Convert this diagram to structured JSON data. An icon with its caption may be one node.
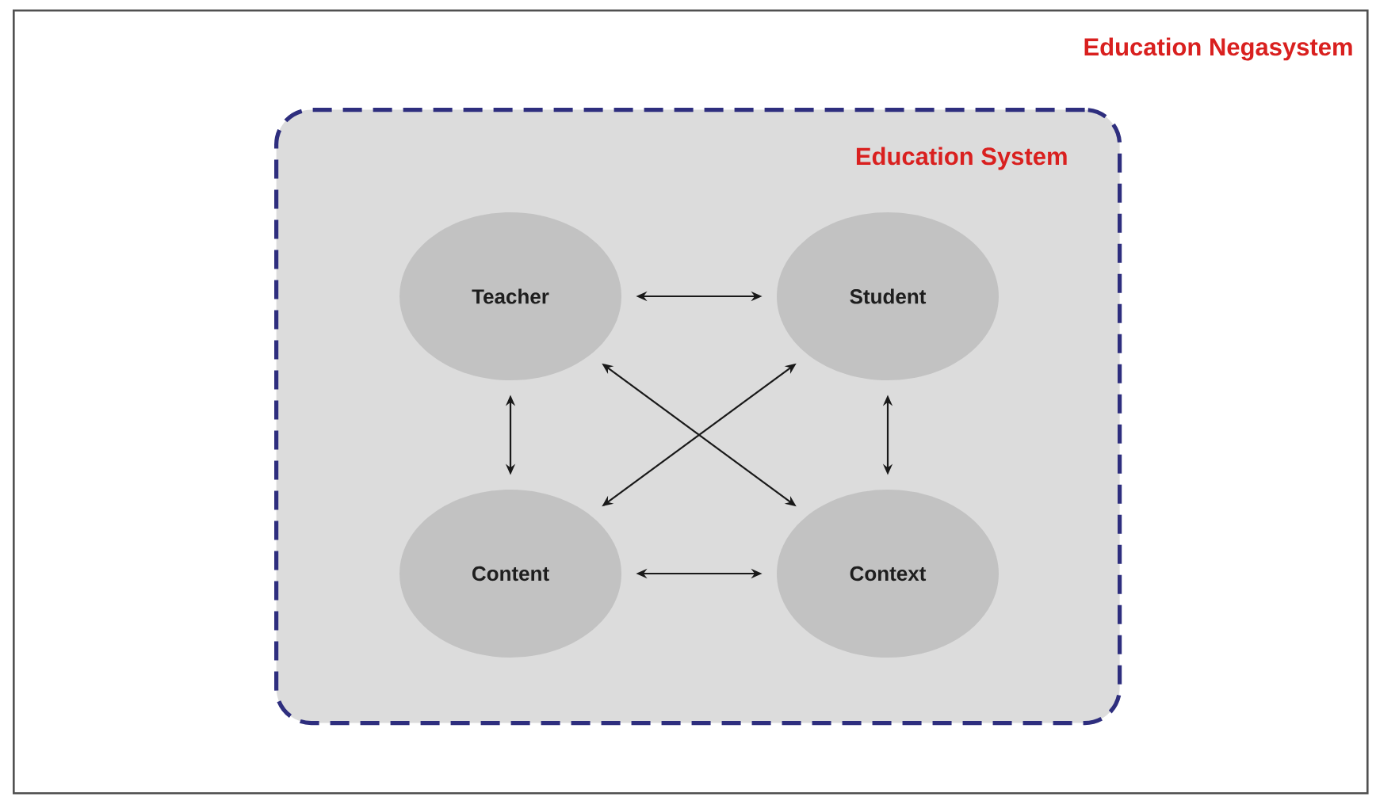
{
  "diagram": {
    "nodes": [
      {
        "text": [
          "Education Negasystem"
        ]
      },
      {
        "text": [
          "Education System"
        ],
        "in": 0
      },
      {
        "text": [
          "Teacher"
        ],
        "in": 1
      },
      {
        "text": [
          "Student"
        ],
        "in": 1
      },
      {
        "text": [
          "Content"
        ],
        "in": 1
      },
      {
        "text": [
          "Context"
        ],
        "in": 1
      }
    ],
    "edges": [
      {
        "from": 2,
        "to": 3,
        "arrow": "both"
      },
      {
        "from": 2,
        "to": 4,
        "arrow": "both"
      },
      {
        "from": 3,
        "to": 5,
        "arrow": "both"
      },
      {
        "from": 4,
        "to": 5,
        "arrow": "both"
      },
      {
        "from": 2,
        "to": 5,
        "arrow": "both"
      },
      {
        "from": 3,
        "to": 4,
        "arrow": "both"
      }
    ]
  }
}
